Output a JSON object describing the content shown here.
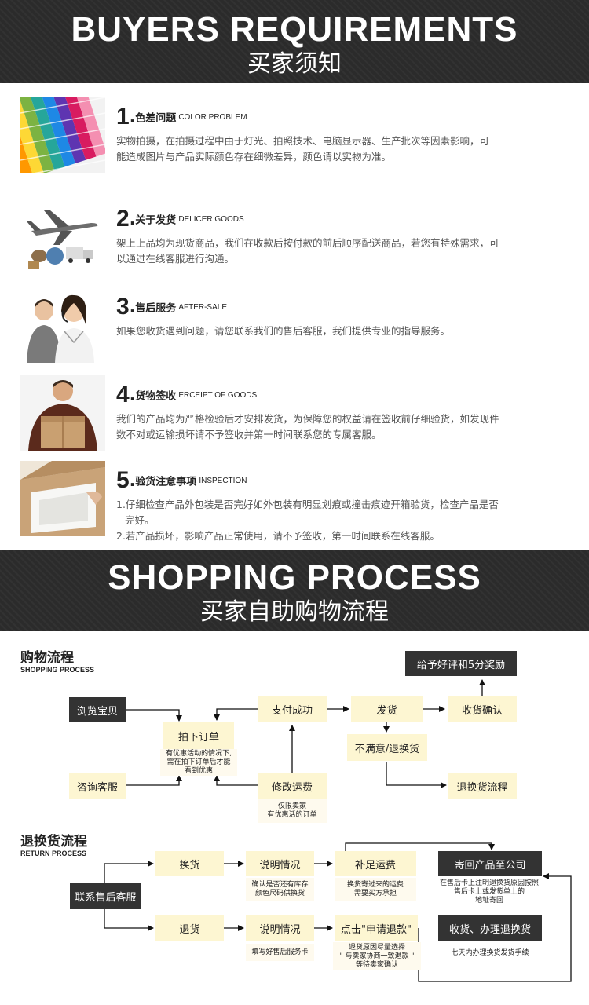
{
  "banner1": {
    "en": "BUYERS REQUIREMENTS",
    "cn": "买家须知"
  },
  "requirements": [
    {
      "num": "1",
      "title_cn": "色差问题",
      "title_en": "COLOR PROBLEM",
      "lines": [
        "实物拍摄，在拍摄过程中由于灯光、拍照技术、电脑显示器、生产批次等因素影响，可",
        "能造成图片与产品实际颜色存在细微差异，颜色请以实物为准。"
      ]
    },
    {
      "num": "2",
      "title_cn": "关于发货",
      "title_en": "DELICER GOODS",
      "lines": [
        "架上上品均为现货商品，我们在收款后按付款的前后顺序配送商品，若您有特殊需求，可",
        "以通过在线客服进行沟通。"
      ]
    },
    {
      "num": "3",
      "title_cn": "售后服务",
      "title_en": "AFTER-SALE",
      "lines": [
        "如果您收货遇到问题，请您联系我们的售后客服，我们提供专业的指导服务。"
      ]
    },
    {
      "num": "4",
      "title_cn": "货物签收",
      "title_en": "ERCEIPT OF GOODS",
      "lines": [
        "我们的产品均为严格检验后才安排发货，为保障您的权益请在签收前仔细验货，如发现件",
        "数不对或运输损坏请不予签收并第一时间联系您的专属客服。"
      ]
    },
    {
      "num": "5",
      "title_cn": "验货注意事项",
      "title_en": "INSPECTION",
      "lines": [
        "1.仔细检查产品外包装是否完好如外包装有明显划痕或撞击痕迹开箱验货，检查产品是否",
        "完好。",
        "2.若产品损坏，影响产品正常使用，请不予签收，第一时间联系在线客服。"
      ]
    }
  ],
  "banner2": {
    "en": "SHOPPING PROCESS",
    "cn": "买家自助购物流程"
  },
  "shopping": {
    "title": "购物流程",
    "subtitle": "SHOPPING PROCESS",
    "browse": "浏览宝贝",
    "order": "拍下订单",
    "order_note": [
      "有优惠活动的情况下,",
      "需在拍下订单后才能",
      "看到优惠"
    ],
    "consult": "咨询客服",
    "paid": "支付成功",
    "ship": "发货",
    "confirm": "收货确认",
    "reward": "给予好评和5分奖励",
    "unhappy": "不满意/退换货",
    "return_flow": "退换货流程",
    "modify": "修改运费",
    "modify_note": [
      "仅限卖家",
      "有优惠活的订单"
    ]
  },
  "returns": {
    "title": "退换货流程",
    "subtitle": "RETURN PROCESS",
    "contact": "联系售后客服",
    "exchange": "换货",
    "explain1": "说明情况",
    "explain1_note": [
      "确认是否还有库存",
      "颜色尺码供换货"
    ],
    "pay_ship": "补足运费",
    "pay_ship_note": [
      "换货寄过来的运费",
      "需要买方承担"
    ],
    "send_back": "寄回产品至公司",
    "send_back_note": [
      "在售后卡上注明退换货原因按照",
      "售后卡上或发货单上的",
      "地址寄回"
    ],
    "refund": "退货",
    "explain2": "说明情况",
    "explain2_note": [
      "填写好售后服务卡"
    ],
    "apply": "点击\"申请退款\"",
    "apply_note": [
      "退货原因尽量选择",
      "\" 与卖家协商一致退款 \"",
      "等待卖家确认"
    ],
    "receive": "收货、办理退换货",
    "receive_note": [
      "七天内办理换货发货手续"
    ]
  }
}
